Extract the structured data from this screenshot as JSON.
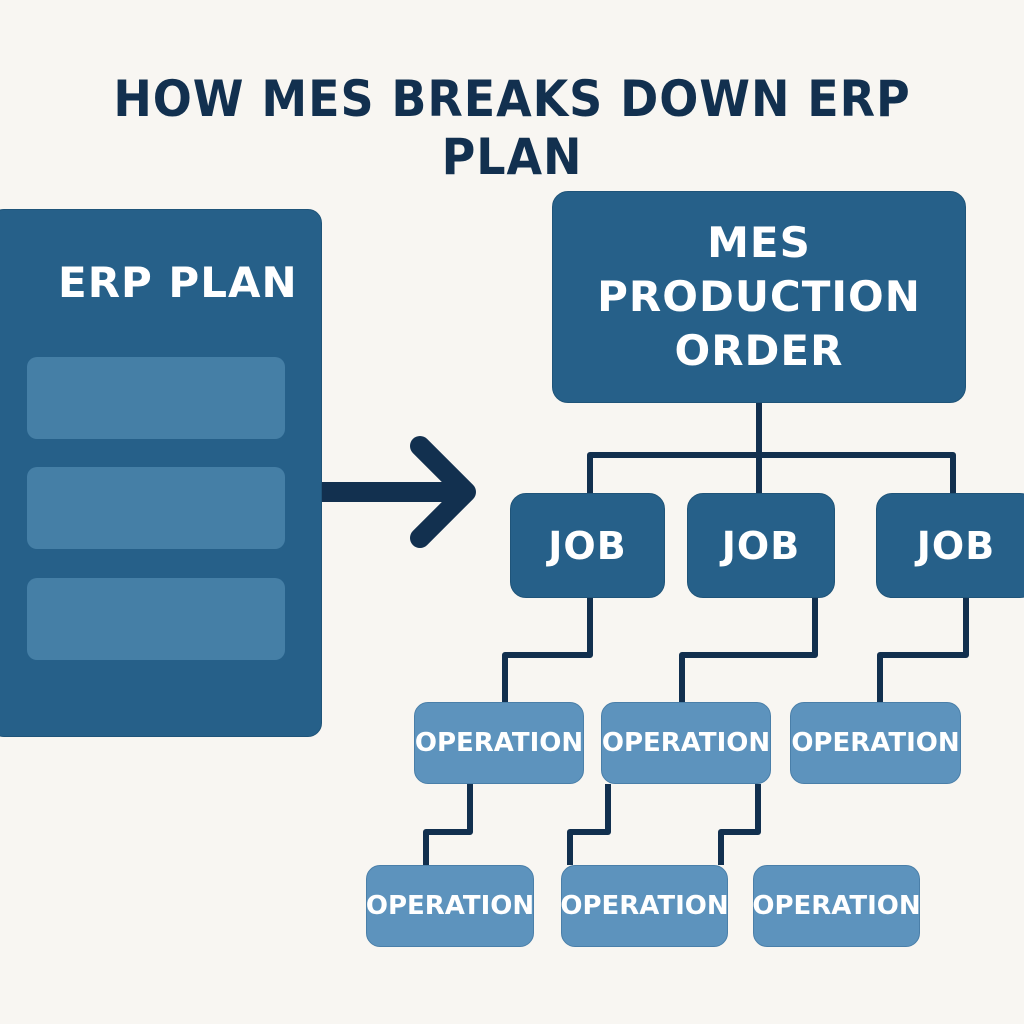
{
  "title": "HOW MES BREAKS DOWN ERP PLAN",
  "erp": {
    "label": "ERP PLAN",
    "rows": 3
  },
  "mes": {
    "line1": "MES",
    "line2": "PRODUCTION",
    "line3": "ORDER"
  },
  "jobs": [
    {
      "label": "JOB"
    },
    {
      "label": "JOB"
    },
    {
      "label": "JOB"
    }
  ],
  "operations_row1": [
    {
      "label": "OPERATION"
    },
    {
      "label": "OPERATION"
    },
    {
      "label": "OPERATION"
    }
  ],
  "operations_row2": [
    {
      "label": "OPERATION"
    },
    {
      "label": "OPERATION"
    },
    {
      "label": "OPERATION"
    }
  ],
  "colors": {
    "background": "#f8f6f2",
    "title": "#12304f",
    "primary_box": "#266089",
    "erp_row": "#457fa6",
    "operation_box": "#5d93bd",
    "connector": "#12304f"
  }
}
